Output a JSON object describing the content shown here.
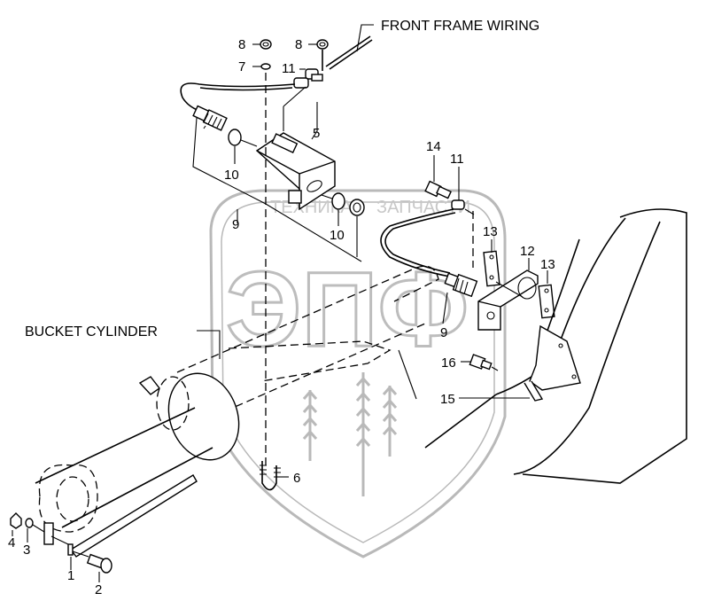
{
  "diagram": {
    "titles": {
      "front_frame_wiring": "FRONT FRAME WIRING",
      "bucket_cylinder": "BUCKET CYLINDER"
    },
    "watermark": {
      "top_left": "ТЕХНИКА",
      "top_right": "ЗАПЧАСТИ",
      "logo": "ЭПФ"
    },
    "callouts": [
      {
        "id": "c8a",
        "label": "8"
      },
      {
        "id": "c8b",
        "label": "8"
      },
      {
        "id": "c7",
        "label": "7"
      },
      {
        "id": "c11a",
        "label": "11"
      },
      {
        "id": "c5",
        "label": "5"
      },
      {
        "id": "c10a",
        "label": "10"
      },
      {
        "id": "c9a",
        "label": "9"
      },
      {
        "id": "c10b",
        "label": "10"
      },
      {
        "id": "c14",
        "label": "14"
      },
      {
        "id": "c11b",
        "label": "11"
      },
      {
        "id": "c13a",
        "label": "13"
      },
      {
        "id": "c12",
        "label": "12"
      },
      {
        "id": "c13b",
        "label": "13"
      },
      {
        "id": "c9b",
        "label": "9"
      },
      {
        "id": "c16",
        "label": "16"
      },
      {
        "id": "c15",
        "label": "15"
      },
      {
        "id": "c6",
        "label": "6"
      },
      {
        "id": "c4",
        "label": "4"
      },
      {
        "id": "c3",
        "label": "3"
      },
      {
        "id": "c1",
        "label": "1"
      },
      {
        "id": "c2",
        "label": "2"
      }
    ]
  }
}
